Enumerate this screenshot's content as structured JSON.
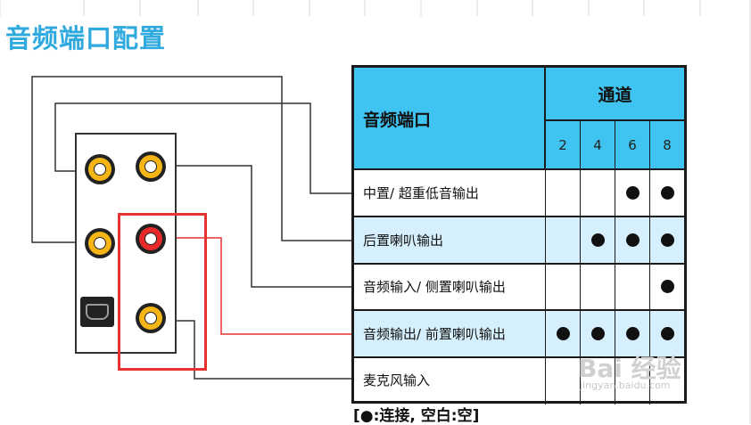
{
  "title": "音频端口配置",
  "table": {
    "port_header": "音频端口",
    "channel_header": "通道",
    "channels": [
      "2",
      "4",
      "6",
      "8"
    ],
    "rows": [
      {
        "label": "中置/ 超重低音输出",
        "marks": [
          false,
          false,
          true,
          true
        ]
      },
      {
        "label": "后置喇叭输出",
        "marks": [
          false,
          true,
          true,
          true
        ]
      },
      {
        "label": "音频输入/ 侧置喇叭输出",
        "marks": [
          false,
          false,
          false,
          true
        ]
      },
      {
        "label": "音频输出/ 前置喇叭输出",
        "marks": [
          true,
          true,
          true,
          true
        ]
      },
      {
        "label": "麦克风输入",
        "marks": [
          false,
          false,
          false,
          false
        ]
      }
    ]
  },
  "legend": "[●:连接, 空白:空]",
  "watermark": {
    "brand": "Bai 经验",
    "url": "jingyan.baidu.com"
  },
  "colors": {
    "title": "#2fa9de",
    "header_bg": "#3fc3f0",
    "alt_row_bg": "#d5f0fc",
    "highlight": "#e53333",
    "jack_ring": "#f5b515",
    "jack_ring_active": "#e82a2a"
  }
}
